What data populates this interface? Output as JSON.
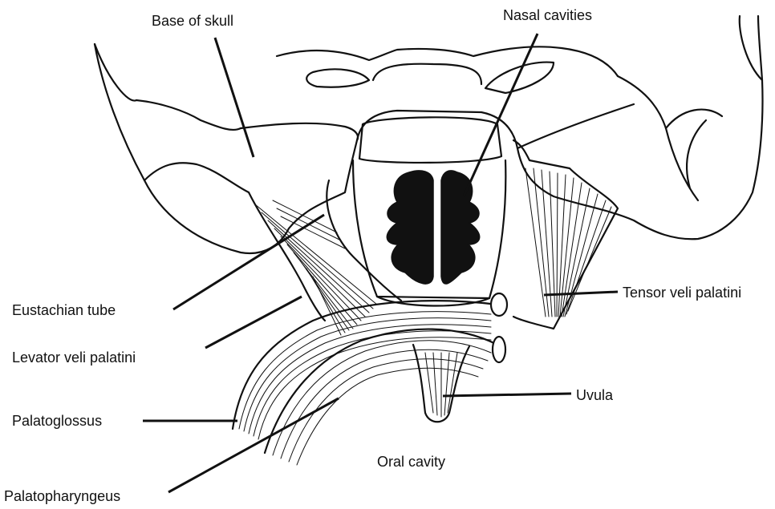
{
  "labels": {
    "base_of_skull": "Base of skull",
    "nasal_cavities": "Nasal cavities",
    "eustachian_tube": "Eustachian tube",
    "levator_veli_palatini": "Levator veli palatini",
    "tensor_veli_palatini": "Tensor  veli palatini",
    "uvula": "Uvula",
    "palatoglossus": "Palatoglossus",
    "palatopharyngeus": "Palatopharyngeus",
    "oral_cavity": "Oral cavity"
  },
  "colors": {
    "ink": "#111111",
    "background": "#ffffff"
  }
}
